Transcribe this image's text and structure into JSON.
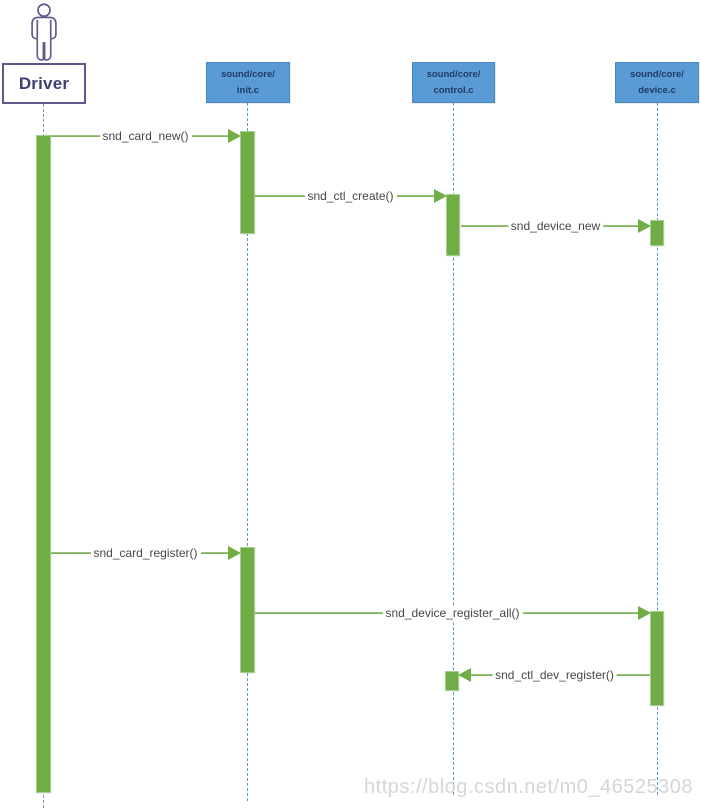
{
  "diagram": {
    "actor": {
      "label": "Driver"
    },
    "lifelines": [
      {
        "line1": "sound/core/",
        "line2": "init.c"
      },
      {
        "line1": "sound/core/",
        "line2": "control.c"
      },
      {
        "line1": "sound/core/",
        "line2": "device.c"
      }
    ],
    "messages": [
      {
        "label": "snd_card_new()",
        "from": "Driver",
        "to": "sound/core/init.c",
        "direction": "right"
      },
      {
        "label": "snd_ctl_create()",
        "from": "sound/core/init.c",
        "to": "sound/core/control.c",
        "direction": "right"
      },
      {
        "label": "snd_device_new",
        "from": "sound/core/control.c",
        "to": "sound/core/device.c",
        "direction": "right"
      },
      {
        "label": "snd_card_register()",
        "from": "Driver",
        "to": "sound/core/init.c",
        "direction": "right"
      },
      {
        "label": "snd_device_register_all()",
        "from": "sound/core/init.c",
        "to": "sound/core/device.c",
        "direction": "right"
      },
      {
        "label": "snd_ctl_dev_register()",
        "from": "sound/core/device.c",
        "to": "sound/core/control.c",
        "direction": "left"
      }
    ],
    "watermark": "https://blog.csdn.net/m0_46525308",
    "colors": {
      "activation_green": "#70ad47",
      "activation_border": "#a5cf8d",
      "message_line_green": "#74a94c",
      "lifeline_blue": "#5b9bd5",
      "header_fill": "#5b9bd5",
      "header_text": "#1e3c64",
      "actor_purple": "#5c5a8c",
      "actor_text": "#3f3f74",
      "label_text": "#474747",
      "watermark_gray": "#d6d6d6"
    }
  }
}
